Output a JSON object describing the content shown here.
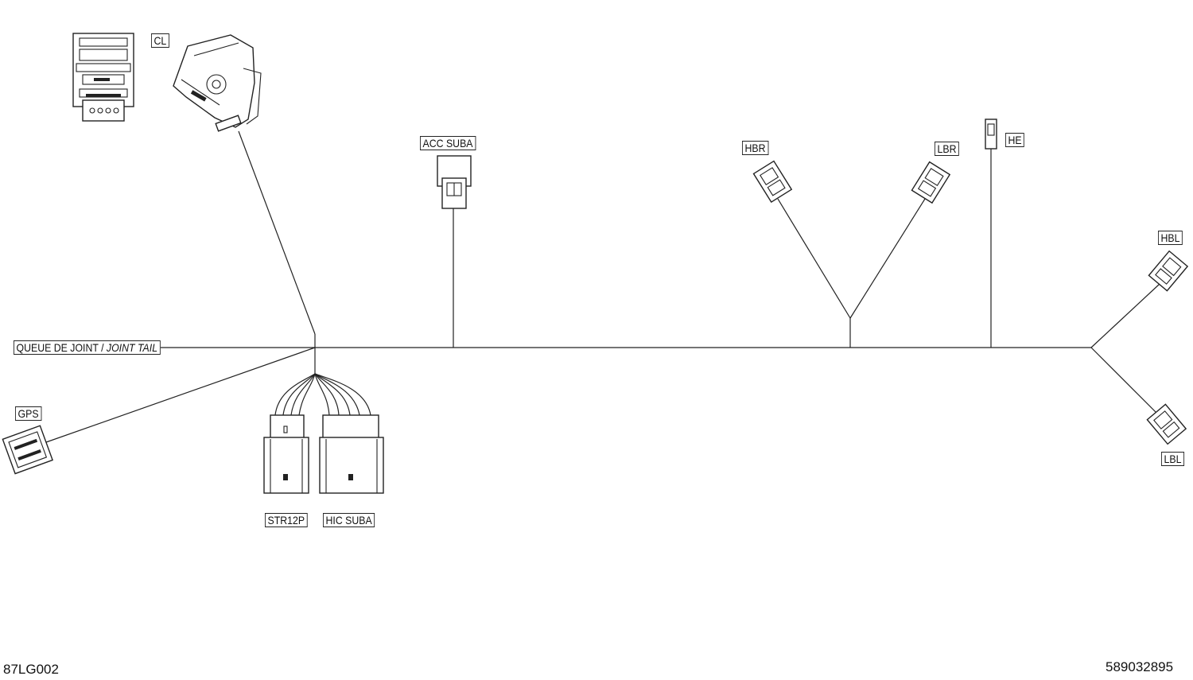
{
  "harness": {
    "trunk_label": "QUEUE DE JOINT /",
    "trunk_label_italic": "JOINT TAIL",
    "connectors": {
      "cl": "CL",
      "acc_suba": "ACC  SUBA",
      "hbr": "HBR",
      "lbr": "LBR",
      "he": "HE",
      "hbl": "HBL",
      "lbl": "LBL",
      "gps": "GPS",
      "str12p": "STR12P",
      "hic_suba": "HIC  SUBA"
    }
  },
  "footer": {
    "figure_code": "87LG002",
    "part_number": "589032895"
  },
  "colors": {
    "line": "#222222",
    "background": "#ffffff"
  }
}
